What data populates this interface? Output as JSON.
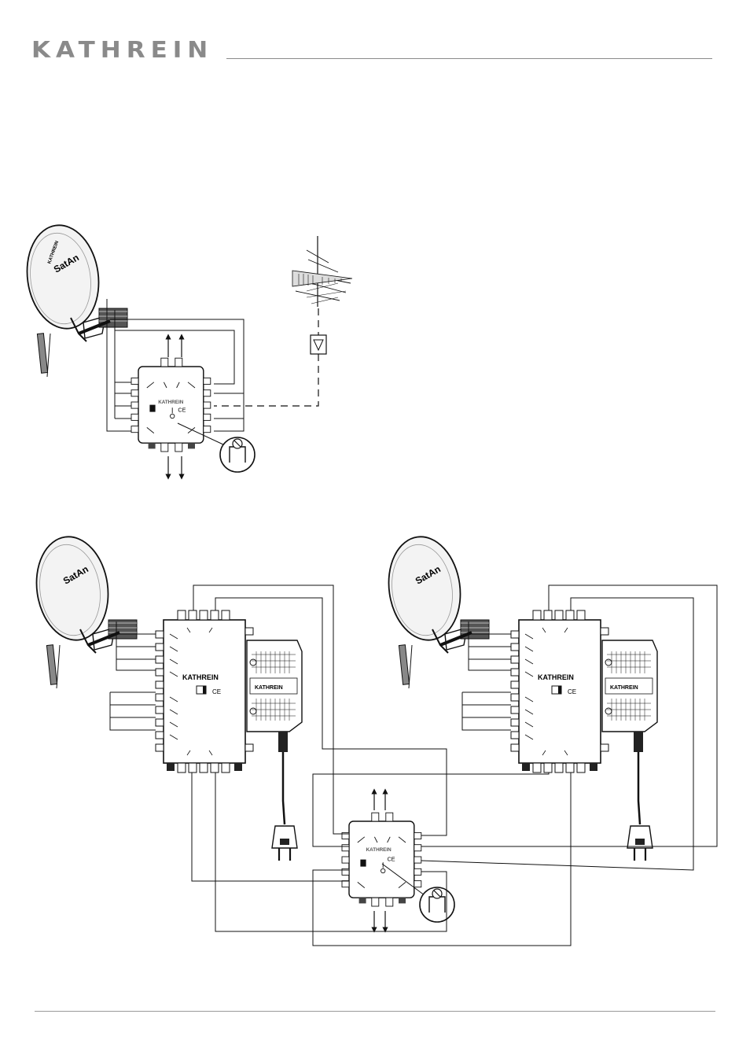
{
  "header": {
    "brand": "KATHREIN"
  },
  "dish_brand": "KATHREIN",
  "dish_model": "SatAn",
  "device_brand": "KATHREIN",
  "ce_mark": "CE",
  "footer": {
    "page_number": ""
  }
}
